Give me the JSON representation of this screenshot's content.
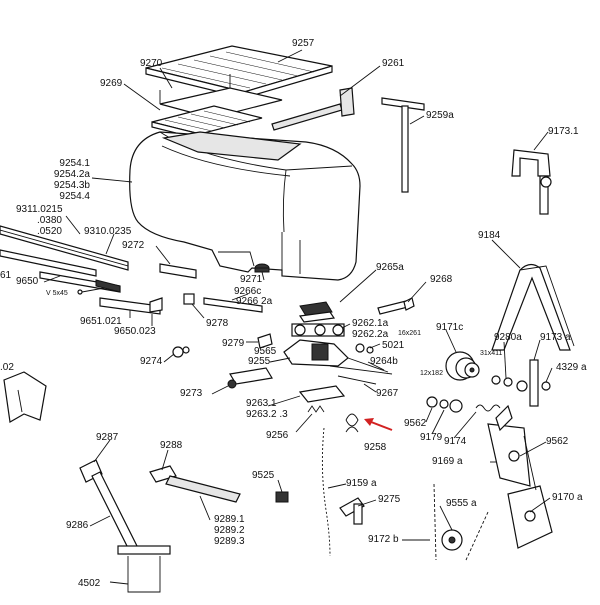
{
  "diagram": {
    "labels": {
      "l9257": "9257",
      "l9270": "9270",
      "l9261": "9261",
      "l9269": "9269",
      "l9259a": "9259a",
      "l9173_1": "9173.1",
      "l9254": "9254.1\n9254.2a\n9254.3b\n9254.4",
      "l9311": "9311.0215\n.0380\n.0520",
      "l9310": "9310.0235",
      "l9272": "9272",
      "l02": ".02",
      "l61": "61",
      "l9650": "9650",
      "lv5x45": "V 5x45",
      "l9271": "9271",
      "l9266c": "9266c",
      "l9266_2a": "9266 2a",
      "l9265a": "9265a",
      "l9268": "9268",
      "l9184": "9184",
      "l9651_021": "9651.021",
      "l9278": "9278",
      "l9650_023": "9650.023",
      "l9262": "9262.1a\n9262.2a",
      "l16x261": "16x261",
      "l9171c": "9171c",
      "l9280a": "9280a",
      "l9173a": "9173 a",
      "l9279": "9279",
      "l9565": "9565",
      "l5021": "5021",
      "l31x411": "31x411",
      "l9274": "9274",
      "l9255": "9255",
      "l9264b": "9264b",
      "l4329a": "4329 a",
      "l12x182": "12x182",
      "l9273": "9273",
      "l9267": "9267",
      "l9263": "9263.1\n9263.2 .3",
      "l9562a": "9562",
      "l9179": "9179",
      "l9174": "9174",
      "l9256": "9256",
      "l9258": "9258",
      "l9562b": "9562",
      "l9287": "9287",
      "l9288": "9288",
      "l9169a": "9169 a",
      "l9525": "9525",
      "l9159a": "9159 a",
      "l9170a": "9170 a",
      "l9275": "9275",
      "l9286": "9286",
      "l9289": "9289.1\n9289.2\n9289.3",
      "l9555a": "9555 a",
      "l9172b": "9172 b",
      "l4502": "4502"
    },
    "colors": {
      "ink": "#111111",
      "paper": "#ffffff",
      "arrow": "#d22222"
    }
  }
}
